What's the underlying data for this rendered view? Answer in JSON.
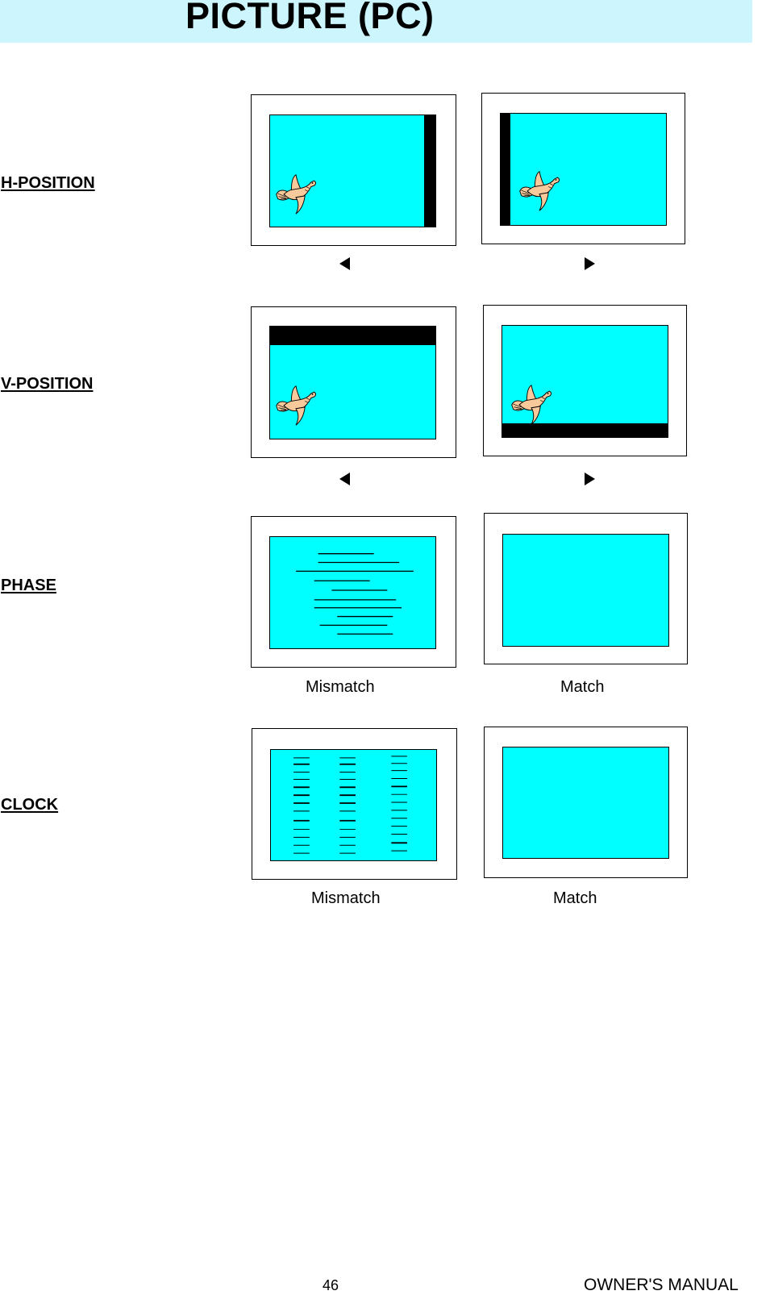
{
  "page": {
    "title": "PICTURE (PC)",
    "page_number": "46",
    "footer_label": "OWNER'S MANUAL"
  },
  "sections": {
    "h_position": {
      "label": "H-POSITION"
    },
    "v_position": {
      "label": "V-POSITION"
    },
    "phase": {
      "label": "PHASE",
      "left_caption": "Mismatch",
      "right_caption": "Match"
    },
    "clock": {
      "label": "CLOCK",
      "left_caption": "Mismatch",
      "right_caption": "Match"
    }
  },
  "colors": {
    "title_bar": "#ccf5fd",
    "screen": "#00ffff",
    "bird": "#f7c99b"
  },
  "icons": {
    "left": "arrow-left-icon",
    "right": "arrow-right-icon",
    "bird": "bird-icon"
  }
}
